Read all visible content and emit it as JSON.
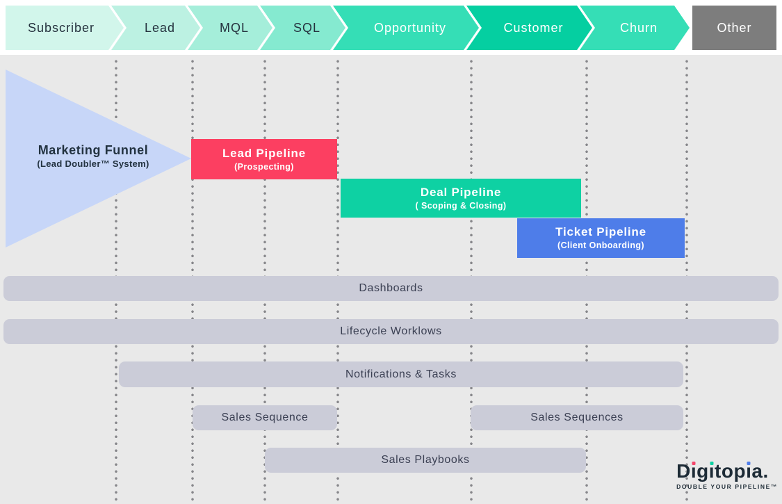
{
  "background": {
    "page": "#e9e9e9",
    "header_band": "#ffffff"
  },
  "stages": {
    "items": [
      {
        "label": "Subscriber",
        "color": "#d2f6eb",
        "text_color": "#25323e"
      },
      {
        "label": "Lead",
        "color": "#bcf1e2",
        "text_color": "#25323e"
      },
      {
        "label": "MQL",
        "color": "#a5eeda",
        "text_color": "#25323e"
      },
      {
        "label": "SQL",
        "color": "#85ead0",
        "text_color": "#25323e"
      },
      {
        "label": "Opportunity",
        "color": "#35deb6",
        "text_color": "#ffffff"
      },
      {
        "label": "Customer",
        "color": "#05cfa1",
        "text_color": "#ffffff"
      },
      {
        "label": "Churn",
        "color": "#35deb6",
        "text_color": "#ffffff"
      },
      {
        "label": "Other",
        "color": "#7d7d7d",
        "text_color": "#ffffff"
      }
    ]
  },
  "funnel": {
    "title": "Marketing Funnel",
    "subtitle": "(Lead Doubler™ System)",
    "color": "#c7d6f8",
    "text_color": "#223240"
  },
  "pipelines": {
    "lead": {
      "title": "Lead Pipeline",
      "subtitle": "(Prospecting)",
      "color": "#fc3f61"
    },
    "deal": {
      "title": "Deal Pipeline",
      "subtitle": "( Scoping & Closing)",
      "color": "#0ed1a3"
    },
    "ticket": {
      "title": "Ticket Pipeline",
      "subtitle": "(Client Onboarding)",
      "color": "#4e7de9"
    }
  },
  "tool_bars": {
    "style": {
      "color": "#cbccd8",
      "text_color": "#3a3f52"
    },
    "dashboards": {
      "label": "Dashboards"
    },
    "lifecycle": {
      "label": "Lifecycle Worklows"
    },
    "notifications": {
      "label": "Notifications & Tasks"
    },
    "sales_sequence": {
      "label": "Sales Sequence"
    },
    "sales_sequences": {
      "label": "Sales Sequences"
    },
    "sales_playbooks": {
      "label": "Sales Playbooks"
    }
  },
  "logo": {
    "wordmark": "Digitopia.",
    "tagline": "DOUBLE YOUR PIPELINE™",
    "text_color": "#1d2b36",
    "dot_colors": [
      "#f4476b",
      "#0ed1a3",
      "#4e7de9"
    ]
  }
}
